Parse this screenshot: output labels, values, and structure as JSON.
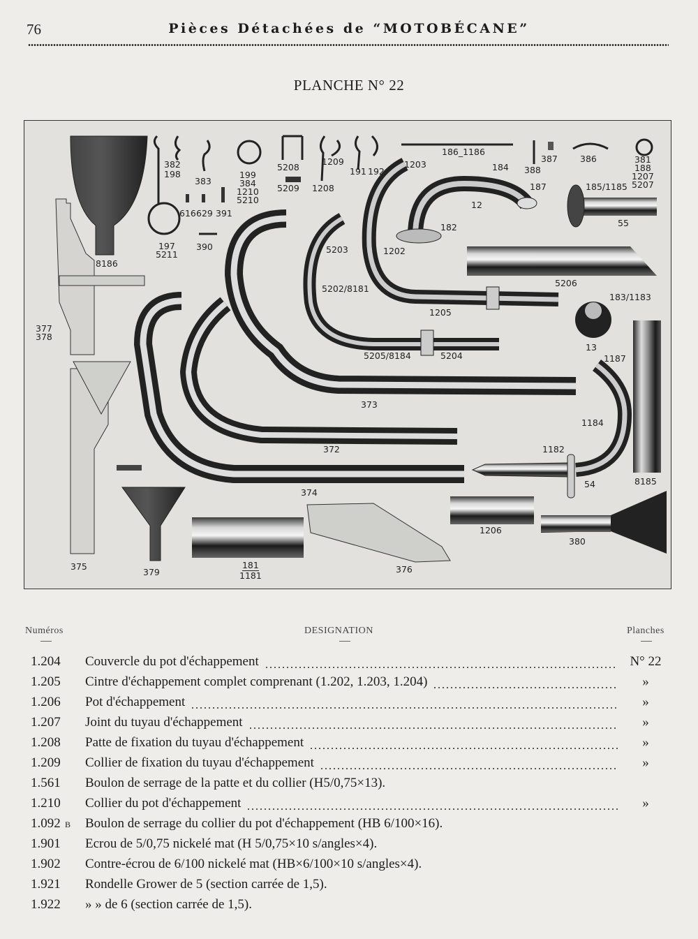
{
  "page": {
    "number": "76",
    "running_title": "Pièces Détachées de “MOTOBÉCANE”",
    "plate_title": "PLANCHE N° 22"
  },
  "plate_labels": {
    "l8186": "8186",
    "l382": "382",
    "l198": "198",
    "l383": "383",
    "l199": "199",
    "l384": "384",
    "l1210": "1210",
    "l5210": "5210",
    "l5208": "5208",
    "l5209": "5209",
    "l1209": "1209",
    "l1208": "1208",
    "l191": "191",
    "l192": "192",
    "l616": "616",
    "l629": "629",
    "l391": "391",
    "l197": "197",
    "l5211": "5211",
    "l390": "390",
    "l186": "186_1186",
    "l388": "388",
    "l387": "387",
    "l386": "386",
    "l381": "381",
    "l188": "188",
    "l1207": "1207",
    "l5207": "5207",
    "l1203": "1203",
    "l184": "184",
    "l187": "187",
    "l12": "12",
    "l182": "182",
    "l185": "185/1185",
    "l55": "55",
    "l5203": "5203",
    "l1202": "1202",
    "l5206": "5206",
    "l5202": "5202/8181",
    "l1205": "1205",
    "l183": "183/1183",
    "l13": "13",
    "l5205": "5205/8184",
    "l5204": "5204",
    "l377": "377",
    "l378": "378",
    "l373": "373",
    "l1187": "1187",
    "l1184": "1184",
    "l1182": "1182",
    "l54": "54",
    "l8185": "8185",
    "l372": "372",
    "l374": "374",
    "l375": "375",
    "l379": "379",
    "l181": "181",
    "l1181": "1181",
    "l376": "376",
    "l1206": "1206",
    "l380": "380"
  },
  "table": {
    "headers": {
      "numeros": "Numéros",
      "designation": "DESIGNATION",
      "planches": "Planches"
    },
    "rows": [
      {
        "num": "1.204",
        "suffix": "",
        "desc": "Couvercle du pot d'échappement",
        "plan": "N° 22"
      },
      {
        "num": "1.205",
        "suffix": "",
        "desc": "Cintre d'échappement complet comprenant (1.202, 1.203, 1.204)",
        "plan": "»"
      },
      {
        "num": "1.206",
        "suffix": "",
        "desc": "Pot d'échappement",
        "plan": "»"
      },
      {
        "num": "1.207",
        "suffix": "",
        "desc": "Joint du tuyau d'échappement",
        "plan": "»"
      },
      {
        "num": "1.208",
        "suffix": "",
        "desc": "Patte de fixation du tuyau d'échappement",
        "plan": "»"
      },
      {
        "num": "1.209",
        "suffix": "",
        "desc": "Collier de fixation du tuyau d'échappement",
        "plan": "»"
      },
      {
        "num": "1.561",
        "suffix": "",
        "desc": "Boulon de serrage de la patte et du collier (H5/0,75×13).",
        "plan": ""
      },
      {
        "num": "1.210",
        "suffix": "",
        "desc": "Collier du pot d'échappement",
        "plan": "»"
      },
      {
        "num": "1.092",
        "suffix": "B",
        "desc": "Boulon de serrage du collier du pot d'échappement (HB 6/100×16).",
        "plan": ""
      },
      {
        "num": "1.901",
        "suffix": "",
        "desc": "Ecrou de 5/0,75 nickelé mat (H 5/0,75×10 s/angles×4).",
        "plan": ""
      },
      {
        "num": "1.902",
        "suffix": "",
        "desc": "Contre-écrou de 6/100 nickelé mat (HB×6/100×10 s/angles×4).",
        "plan": ""
      },
      {
        "num": "1.921",
        "suffix": "",
        "desc": "Rondelle Grower de 5 (section carrée de 1,5).",
        "plan": ""
      },
      {
        "num": "1.922",
        "suffix": "",
        "desc": "»            »     de 6 (section carrée de 1,5).",
        "plan": ""
      }
    ]
  }
}
